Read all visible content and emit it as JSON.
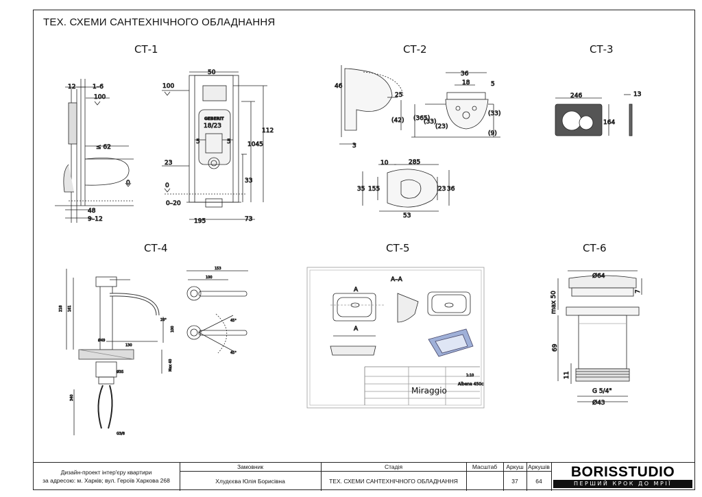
{
  "header": {
    "title": "ТЕХ. СХЕМИ САНТЕХНІЧНОГО ОБЛАДНАННЯ"
  },
  "labels": [
    "СТ-1",
    "СТ-2",
    "СТ-3",
    "СТ-4",
    "СТ-5",
    "СТ-6"
  ],
  "ct1": {
    "d12": "12",
    "d16": "1–6",
    "d100a": "100",
    "d100b": "100",
    "d62": "≤ 62",
    "d0a": "0",
    "d48": "48",
    "d912": "9–12",
    "d50": "50",
    "brand": "GEBERIT",
    "d1823": "18/23",
    "d5a": "5",
    "d5b": "5",
    "d23": "23",
    "d0b": "0",
    "d020": "0–20",
    "d112": "112",
    "d1045": "1045",
    "d33": "33",
    "d195": "195",
    "d73": "73"
  },
  "ct2": {
    "d46": "46",
    "d25": "25",
    "d42": "(42)",
    "d3": "3",
    "d36": "36",
    "d18": "18",
    "d5": "5",
    "d365": "(365)",
    "d33a": "(33)",
    "d23a": "(23)",
    "d33b": "(33)",
    "d9": "(9)",
    "d10": "10",
    "d285": "285",
    "d35": "35",
    "d155": "155",
    "d23": "23",
    "d36b": "36",
    "d53": "53"
  },
  "ct3": {
    "d246": "246",
    "d13": "13",
    "d164": "164"
  },
  "ct4": {
    "d153": "153",
    "d100": "100",
    "d218": "218",
    "d161": "161",
    "d28": "28°",
    "d100v": "100",
    "d49": "Ø49",
    "d130": "130",
    "d35": "Ø35",
    "dmax": "Max 40",
    "d340": "340",
    "dg38": "G3/8",
    "d45a": "45°",
    "d45b": "45°"
  },
  "ct5": {
    "sec": "A–A",
    "a1": "A",
    "a2": "A",
    "brand": "Miraggio",
    "model": "Albena 450с",
    "scale": "1:10"
  },
  "ct6": {
    "d64": "Ø64",
    "d7": "7",
    "dmax50": "max 50",
    "d69": "69",
    "d11": "11",
    "dg": "G 5/4\"",
    "d43": "Ø43"
  },
  "stamp": {
    "project_line1": "Дизайн-проект інтер'єру квартири",
    "project_line2": "за адресою: м. Харків; вул. Героїв Харкова 268",
    "customer_h": "Замовник",
    "customer": "Хлудєєва Юлія Борисівна",
    "stage_h": "Стадія",
    "stage": "ТЕХ. СХЕМИ САНТЕХНІЧНОГО ОБЛАДНАННЯ",
    "scale_h": "Масштаб",
    "sheet_h": "Аркуш",
    "sheets_h": "Аркушів",
    "sheet": "37",
    "sheets": "64"
  },
  "logo": {
    "name": "BORISSTUDIO",
    "tagline": "ПЕРШИЙ КРОК ДО МРІЇ"
  }
}
